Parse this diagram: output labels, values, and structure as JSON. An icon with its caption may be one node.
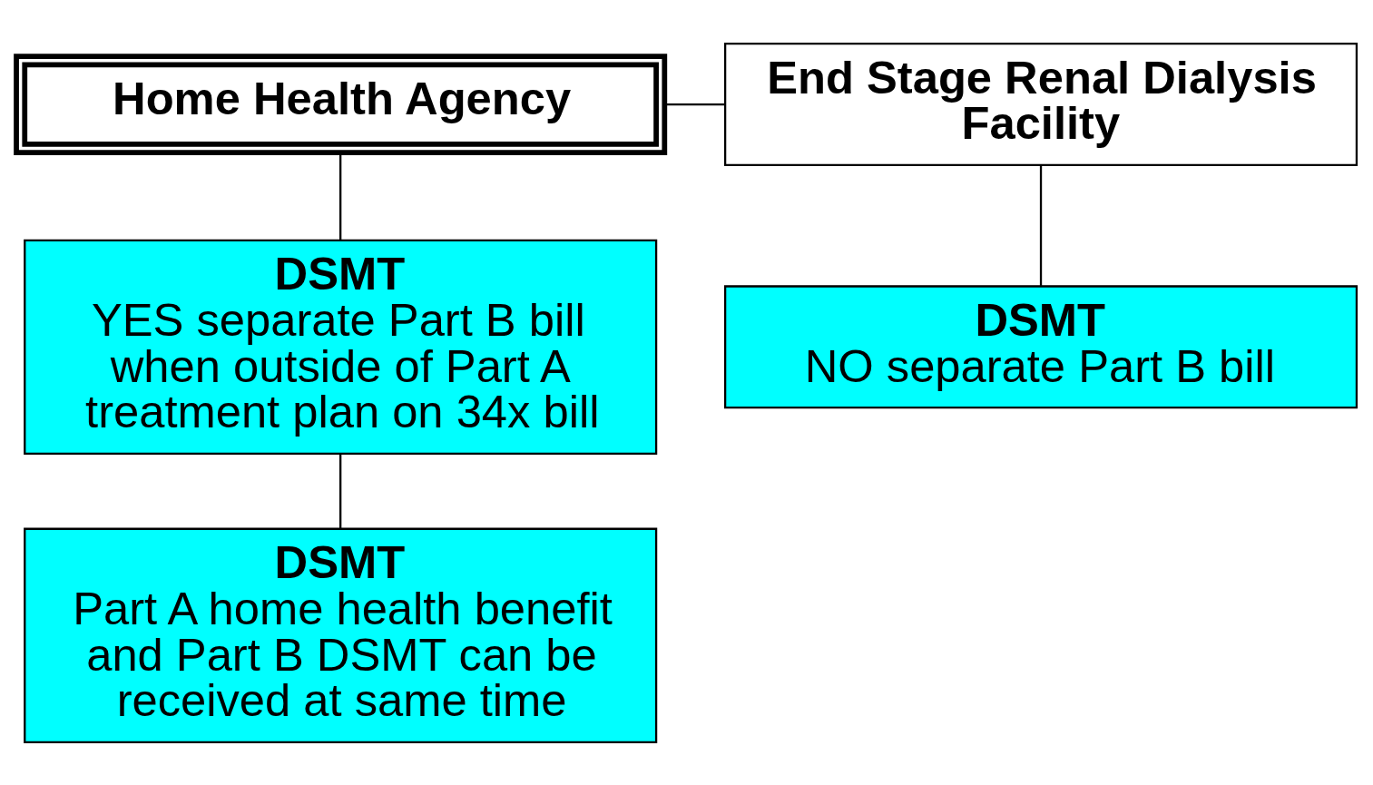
{
  "diagram": {
    "nodes": [
      {
        "text": [
          "Home Health Agency"
        ]
      },
      {
        "text": [
          "End Stage Renal Dialysis Facility"
        ]
      },
      {
        "text": [
          "DSMT",
          "YES separate Part B bill when outside of Part A treatment plan on 34x bill"
        ]
      },
      {
        "text": [
          "DSMT",
          "NO separate Part B bill"
        ]
      },
      {
        "text": [
          "DSMT",
          "Part A home health benefit and Part B DSMT can be received at same time"
        ]
      }
    ],
    "edges": [
      {
        "from": 0,
        "to": 1,
        "arrow": "none"
      },
      {
        "from": 0,
        "to": 2,
        "arrow": "none"
      },
      {
        "from": 1,
        "to": 3,
        "arrow": "none"
      },
      {
        "from": 2,
        "to": 4,
        "arrow": "none"
      }
    ]
  }
}
